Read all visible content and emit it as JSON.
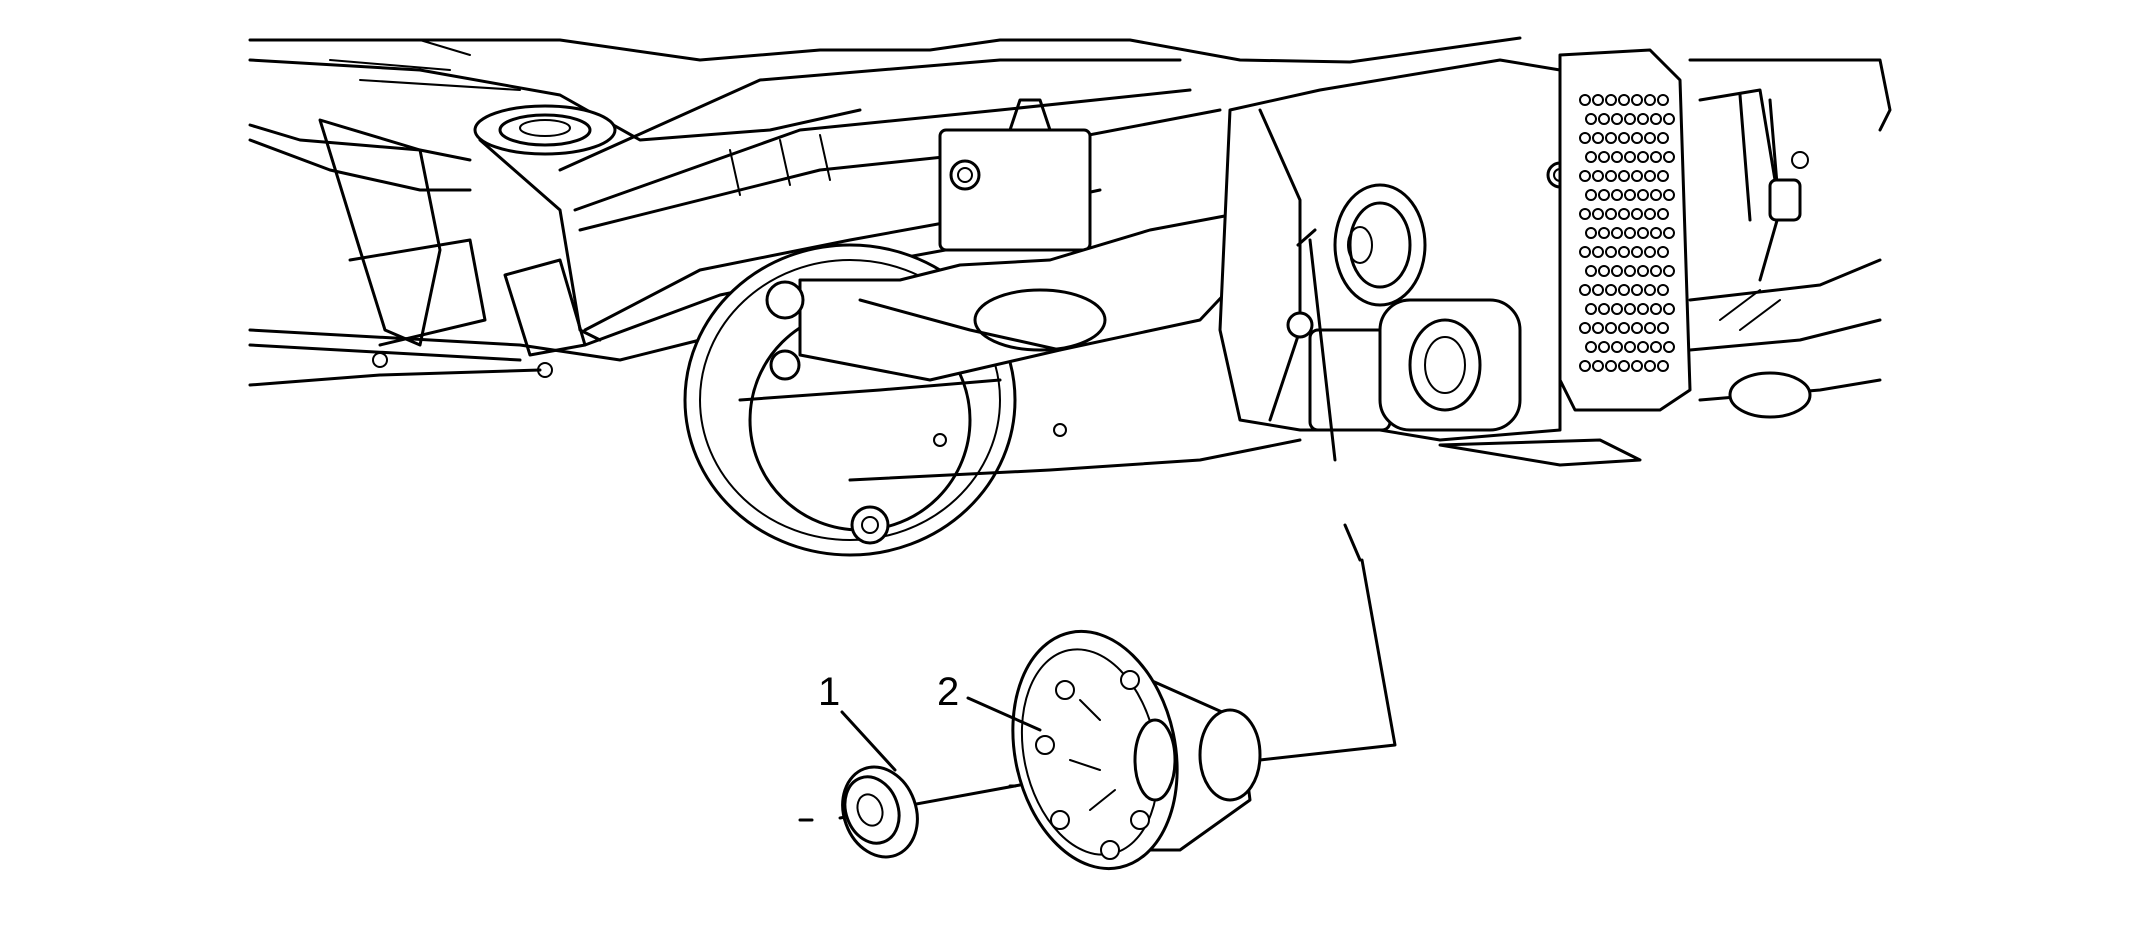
{
  "callouts": [
    {
      "number": "1",
      "part": "nut"
    },
    {
      "number": "2",
      "part": "flange"
    }
  ]
}
